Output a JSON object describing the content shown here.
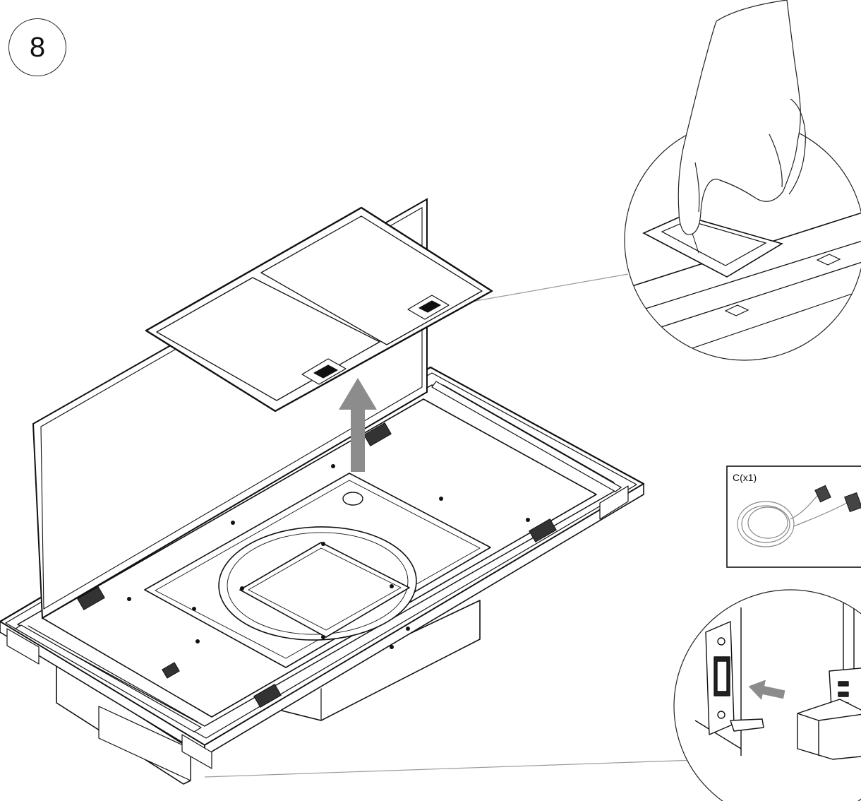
{
  "step": {
    "number": "8"
  },
  "parts_box": {
    "label": "C(x1)",
    "item_icon": "power-cord-icon"
  },
  "details": {
    "filter_release": {
      "icon": "hand-press-icon"
    },
    "power_connection": {
      "icon": "power-plug-icon"
    }
  },
  "arrows": {
    "lift_filter": {
      "direction": "up",
      "color": "#8c8c8c"
    },
    "insert_plug": {
      "direction": "left",
      "color": "#8c8c8c"
    }
  }
}
